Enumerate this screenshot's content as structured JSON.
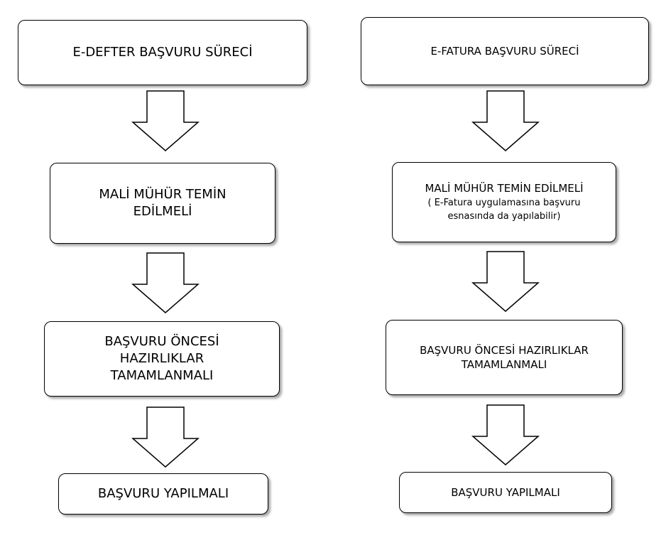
{
  "left_flow": {
    "title": "E-DEFTER BAŞVURU SÜRECİ",
    "step1": [
      "MALİ MÜHÜR TEMİN",
      "EDİLMELİ"
    ],
    "step2": [
      "BAŞVURU ÖNCESİ",
      "HAZIRLIKLAR",
      "TAMAMLANMALI"
    ],
    "step3": "BAŞVURU YAPILMALI"
  },
  "right_flow": {
    "title": "E-FATURA BAŞVURU SÜRECİ",
    "step1": "MALİ MÜHÜR TEMİN EDİLMELİ",
    "step1_note": [
      "( E-Fatura uygulamasına başvuru",
      "esnasında da yapılabilir)"
    ],
    "step2": [
      "BAŞVURU ÖNCESİ HAZIRLIKLAR",
      "TAMAMLANMALI"
    ],
    "step3": "BAŞVURU YAPILMALI"
  }
}
